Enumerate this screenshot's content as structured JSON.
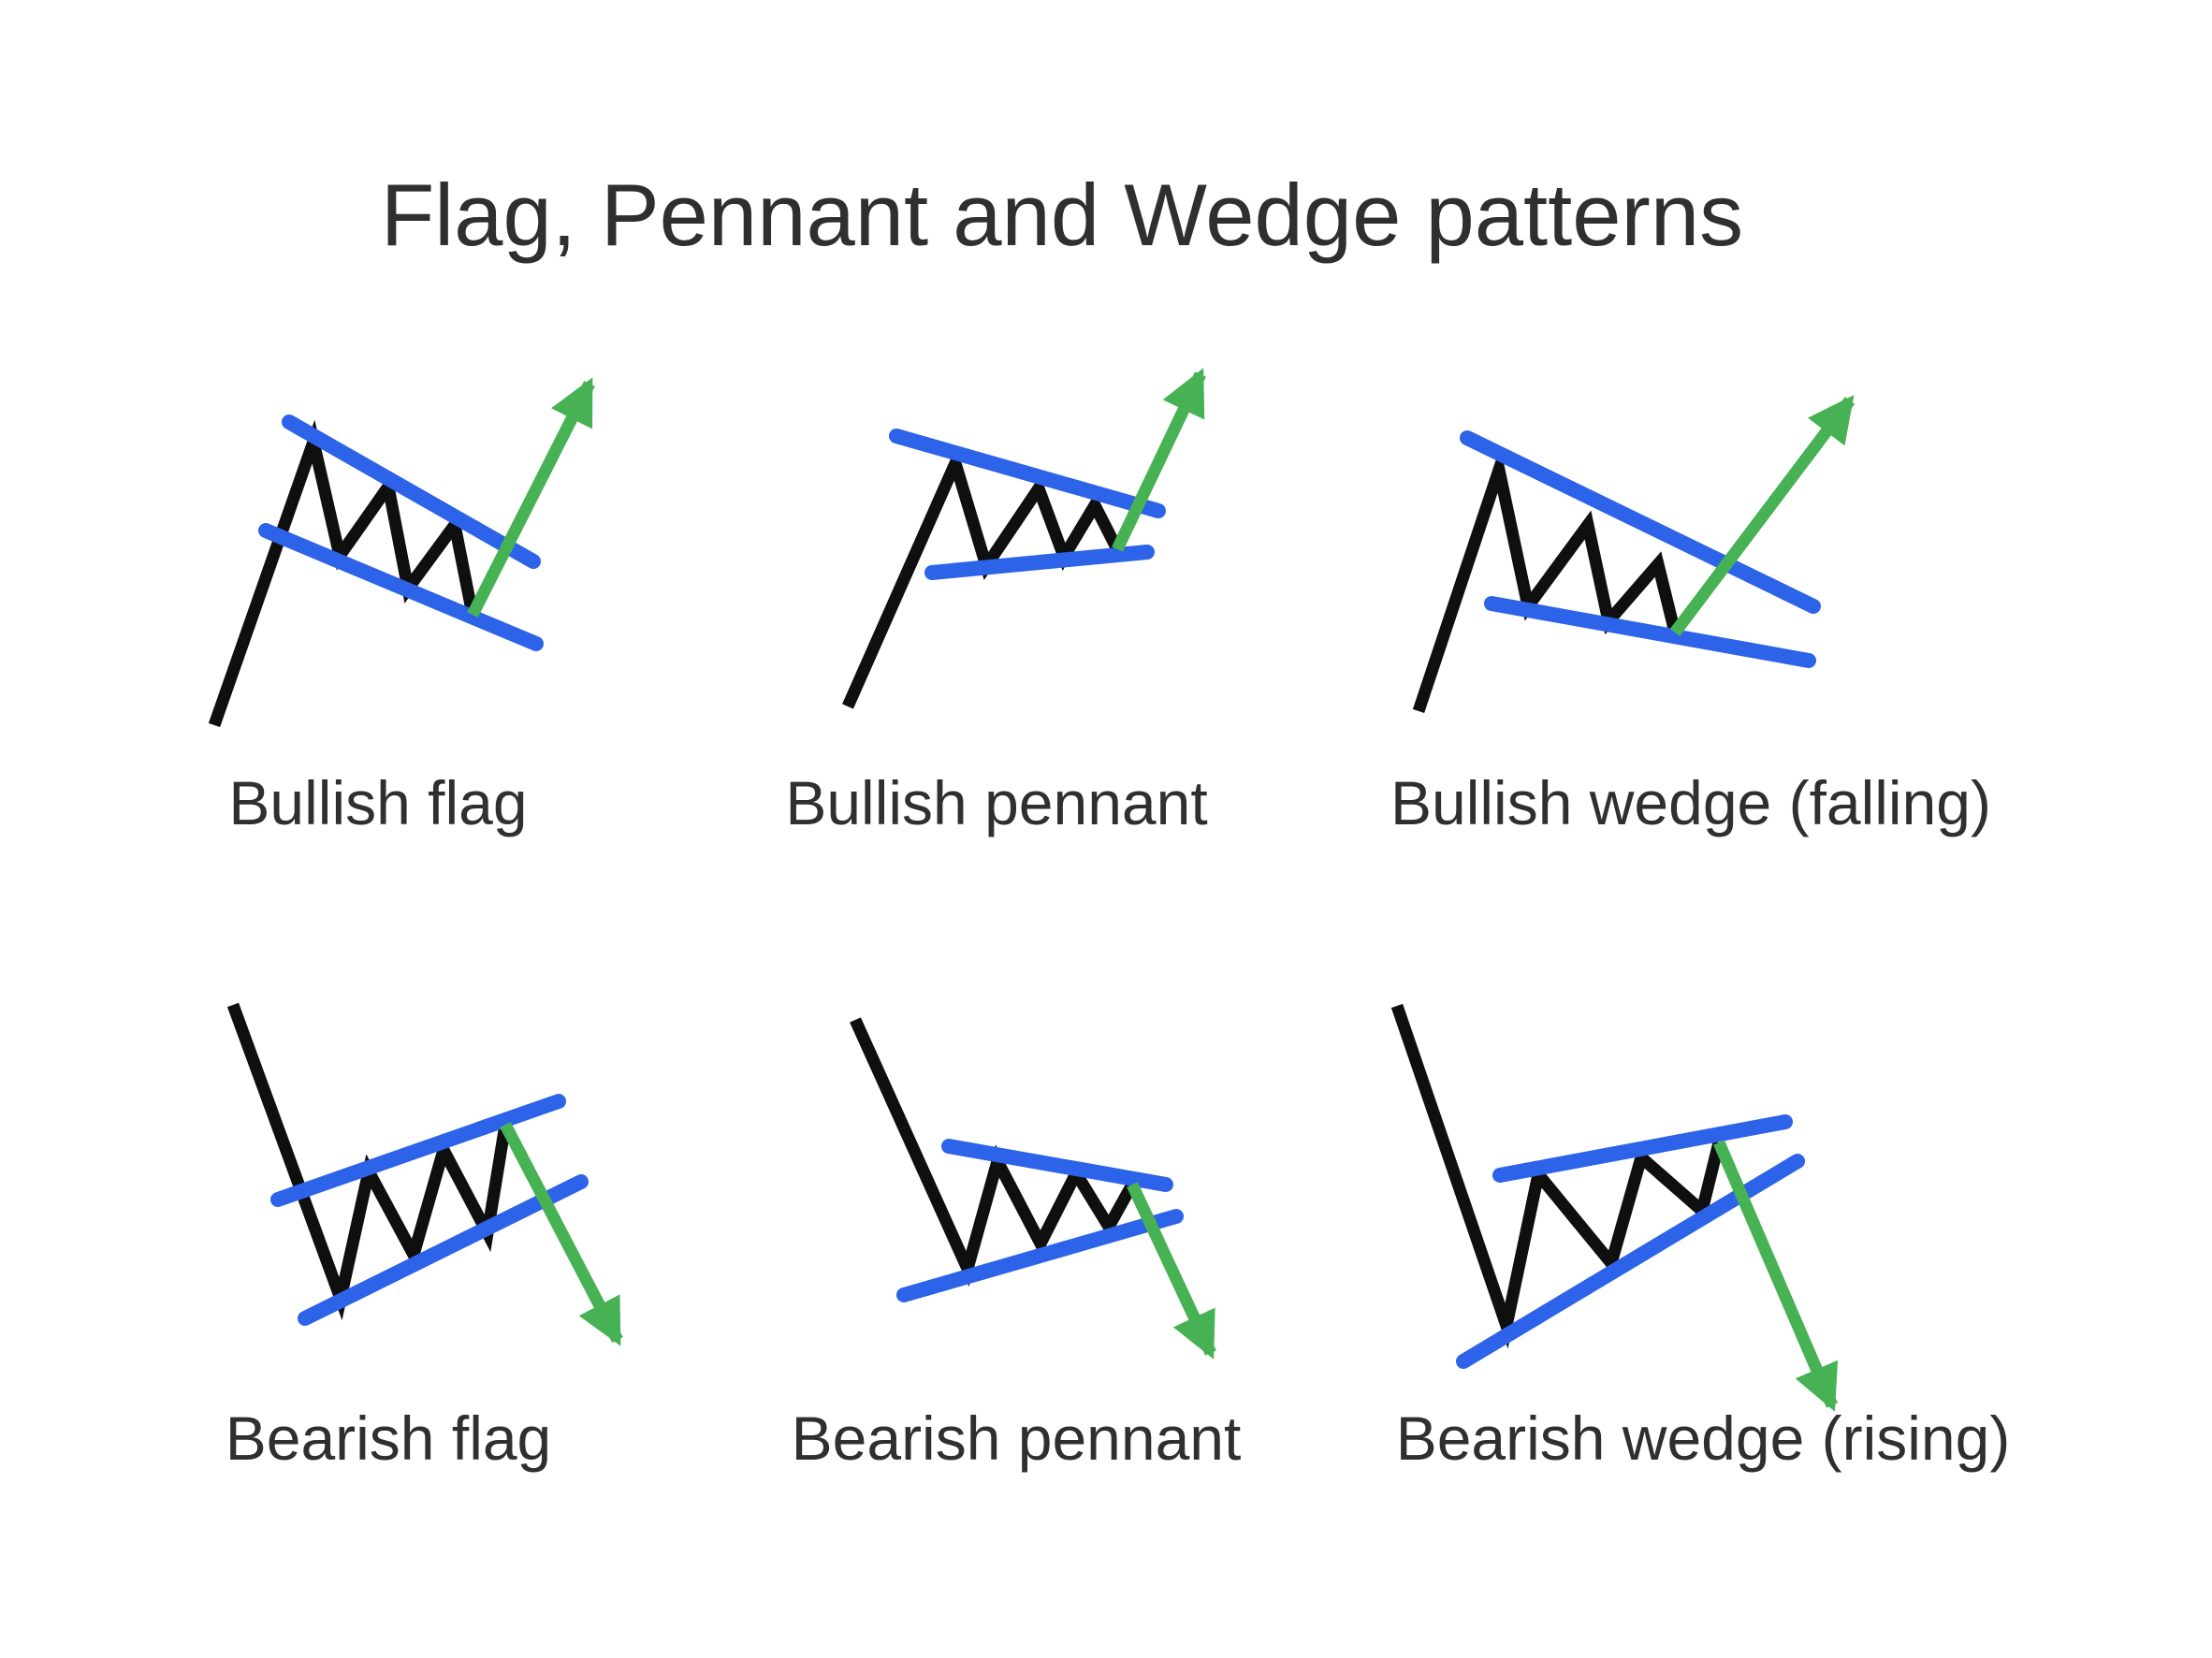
{
  "title": "Flag, Pennant and Wedge patterns",
  "colors": {
    "background": "#ffffff",
    "text": "#2f2f2f",
    "price-line": "#0f0f0f",
    "trendline": "#2d63e8",
    "breakout": "#46b254"
  },
  "patterns": [
    {
      "label": "Bullish flag",
      "breakout_direction": "up"
    },
    {
      "label": "Bullish pennant",
      "breakout_direction": "up"
    },
    {
      "label": "Bullish wedge (falling)",
      "breakout_direction": "up"
    },
    {
      "label": "Bearish flag",
      "breakout_direction": "down"
    },
    {
      "label": "Bearish pennant",
      "breakout_direction": "down"
    },
    {
      "label": "Bearish wedge (rising)",
      "breakout_direction": "down"
    }
  ]
}
